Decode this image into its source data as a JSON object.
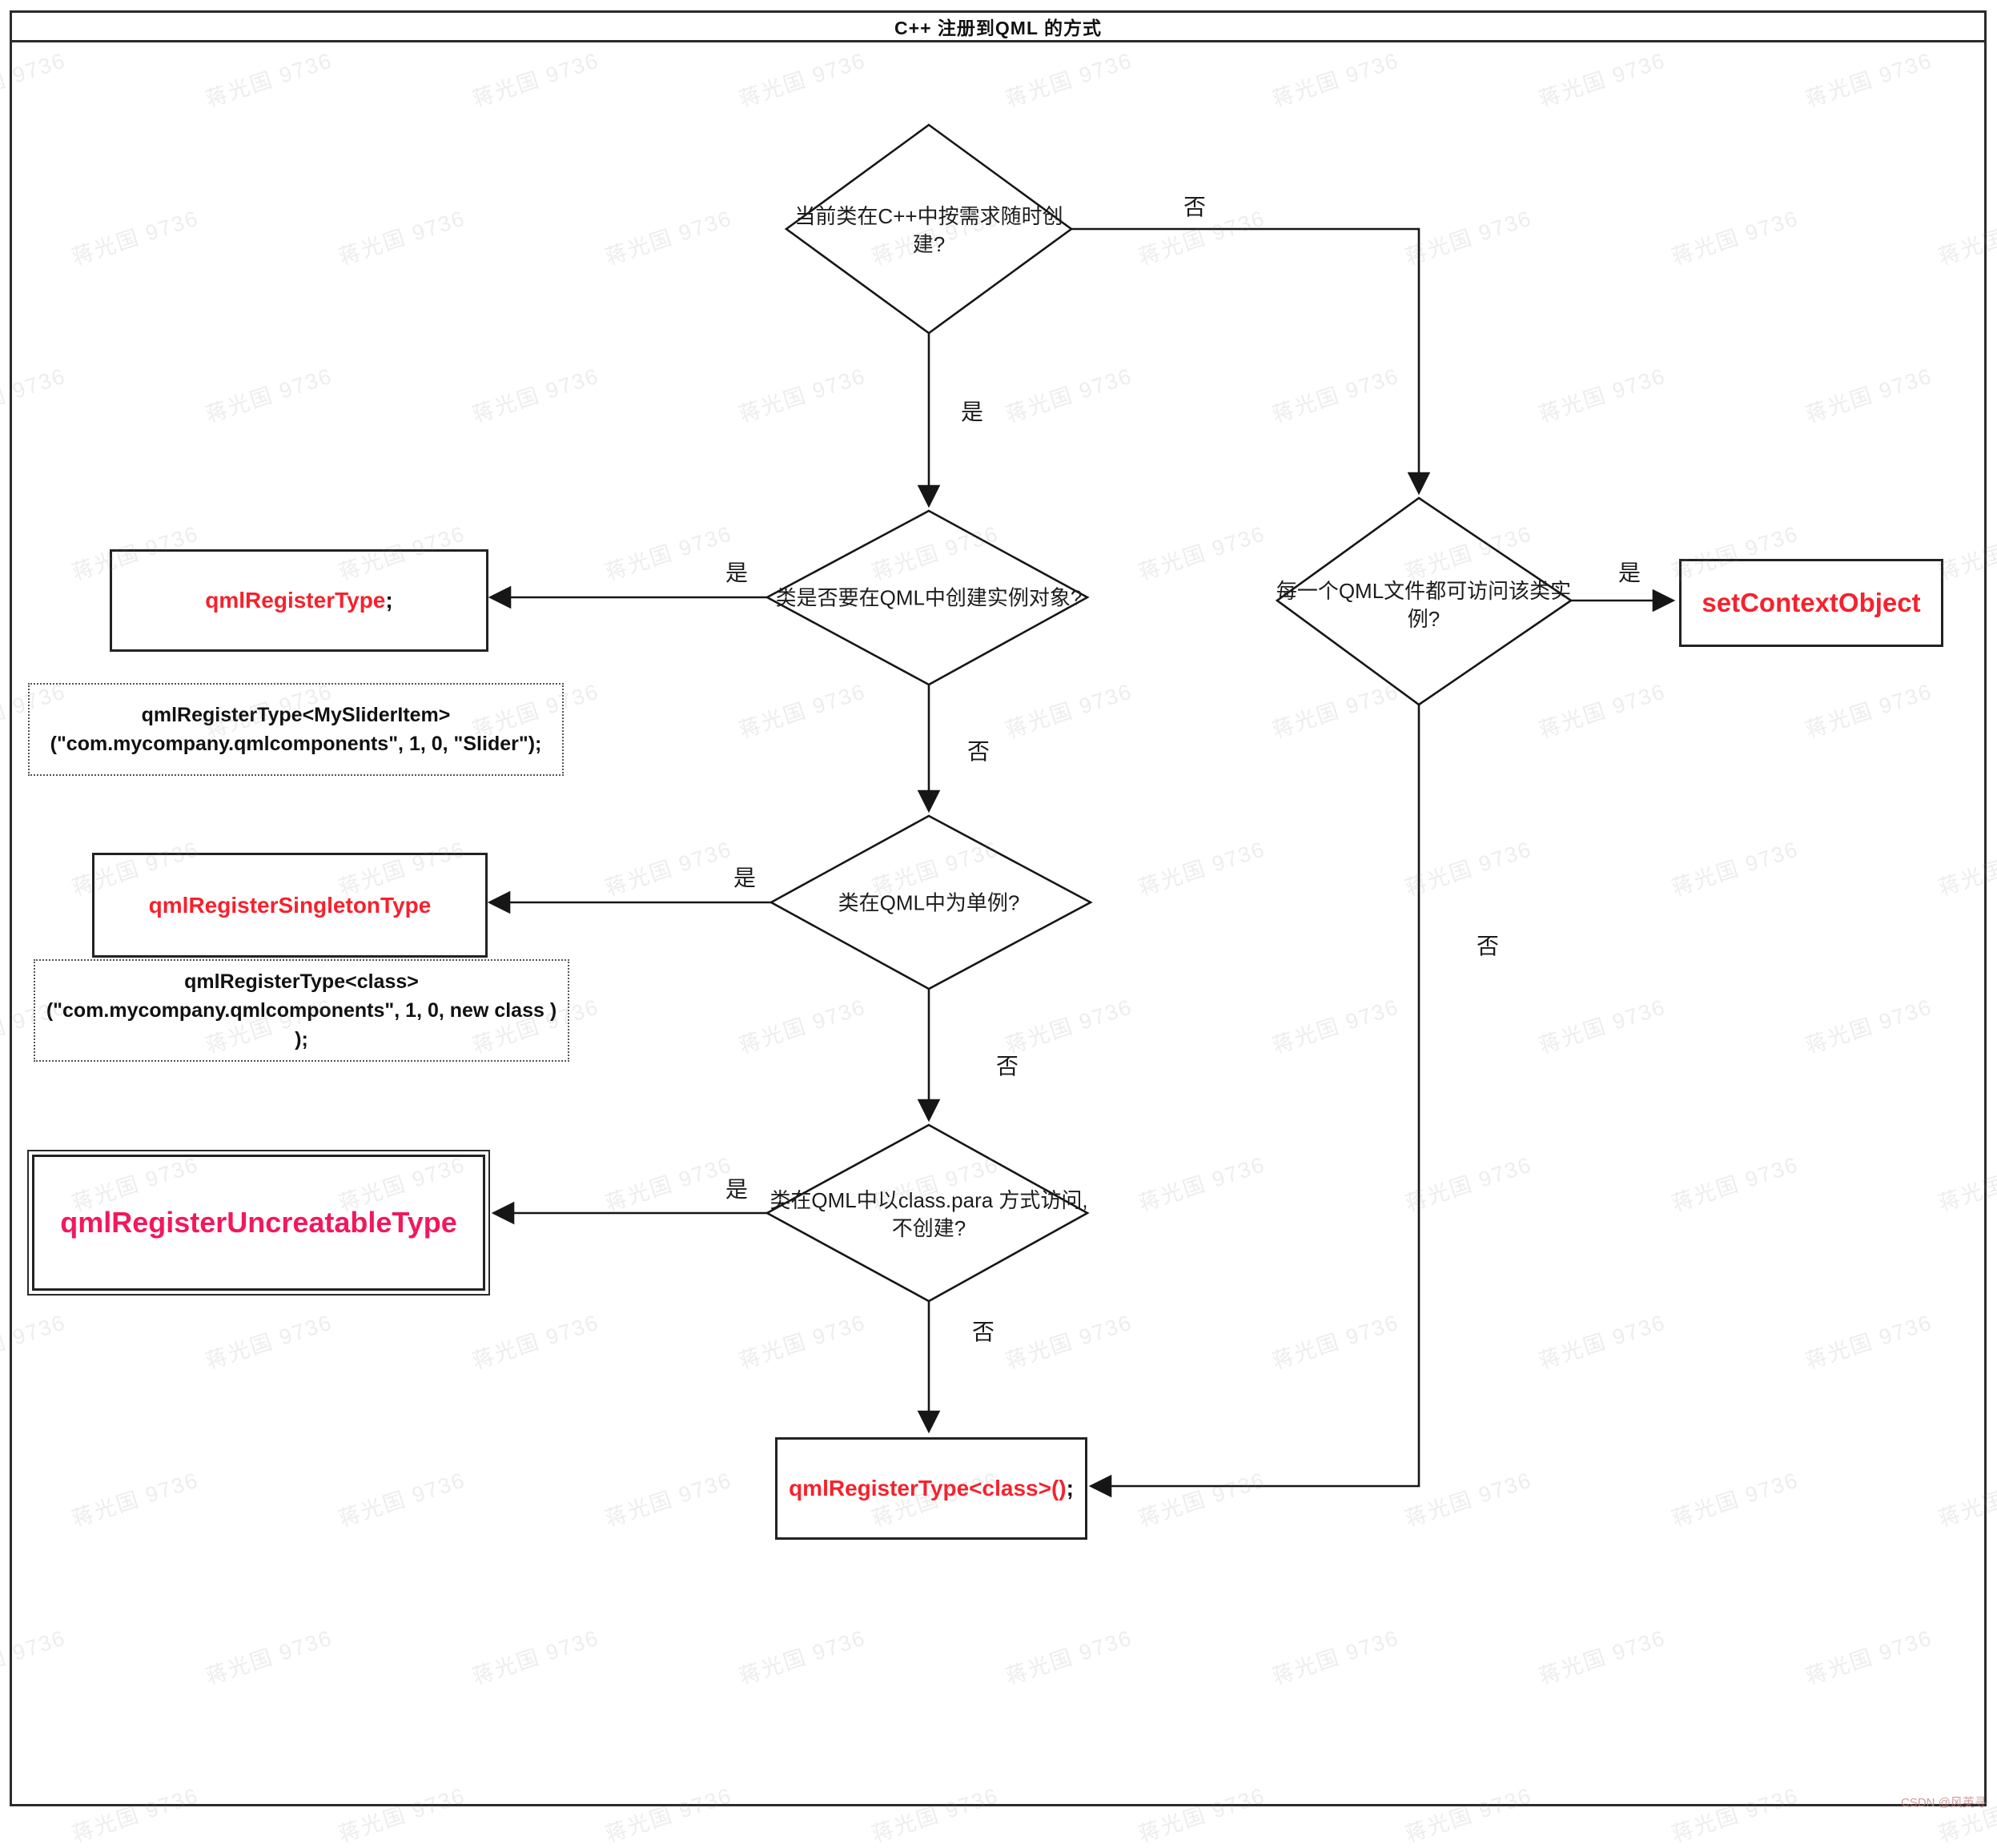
{
  "title": "C++ 注册到QML 的方式",
  "watermark": {
    "text": "蒋光国 9736"
  },
  "credit": "CSDN @风英寻",
  "colors": {
    "red": "#f5222d",
    "crimson": "#f2185c"
  },
  "diamonds": {
    "d1": {
      "lines": [
        "当前类在C++中按需求随时创",
        "建?"
      ]
    },
    "d2": {
      "lines": [
        "类是否要在QML中创建实例对象?"
      ]
    },
    "d3": {
      "lines": [
        "类在QML中为单例?"
      ]
    },
    "d4": {
      "lines": [
        "类在QML中以class.para 方式访问,",
        "不创建?"
      ]
    },
    "d5": {
      "lines": [
        "每一个QML文件都可访问该类实",
        "例?"
      ]
    }
  },
  "boxes": {
    "b1": {
      "label": "qmlRegisterType",
      "punct": ";"
    },
    "b2": {
      "label": "qmlRegisterSingletonType"
    },
    "b3": {
      "label": "qmlRegisterUncreatableType"
    },
    "b4": {
      "label": "qmlRegisterType<class>()",
      "punct": ";"
    },
    "b5": {
      "label": "setContextObject"
    }
  },
  "code_notes": {
    "n1": {
      "lines": [
        "qmlRegisterType<MySliderItem>",
        "(\"com.mycompany.qmlcomponents\", 1, 0, \"Slider\");"
      ]
    },
    "n2": {
      "lines": [
        "qmlRegisterType<class>",
        "(\"com.mycompany.qmlcomponents\", 1, 0, new class )",
        ");"
      ]
    }
  },
  "edge_labels": {
    "d1_no": "否",
    "d1_yes": "是",
    "d2_yes": "是",
    "d2_no": "否",
    "d3_yes": "是",
    "d3_no": "否",
    "d4_yes": "是",
    "d4_no": "否",
    "d5_yes": "是",
    "d5_no": "否"
  }
}
